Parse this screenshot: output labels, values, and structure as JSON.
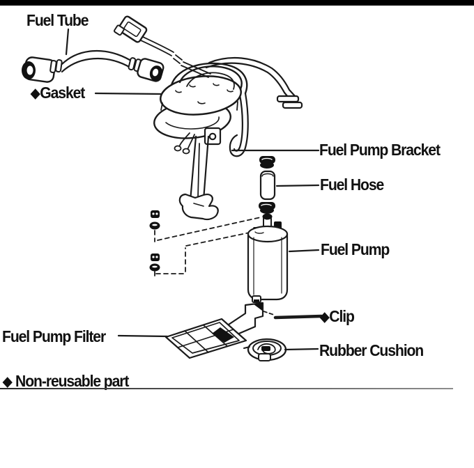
{
  "page": {
    "background": "#ffffff",
    "top_bar_color": "#000000",
    "ink_color": "#1a1a1a",
    "separator_color": "#666666"
  },
  "labels": {
    "fuel_tube": {
      "text": "Fuel Tube"
    },
    "gasket": {
      "marker": "◆",
      "text": "Gasket"
    },
    "fuel_pump_bracket": {
      "text": "Fuel Pump Bracket"
    },
    "fuel_hose": {
      "text": "Fuel Hose"
    },
    "fuel_pump": {
      "text": "Fuel Pump"
    },
    "clip": {
      "marker": "◆",
      "text": "Clip"
    },
    "fuel_pump_filter": {
      "text": "Fuel Pump Filter"
    },
    "rubber_cushion": {
      "text": "Rubber Cushion"
    }
  },
  "legend": {
    "marker": "◆",
    "text": "Non-reusable part"
  }
}
